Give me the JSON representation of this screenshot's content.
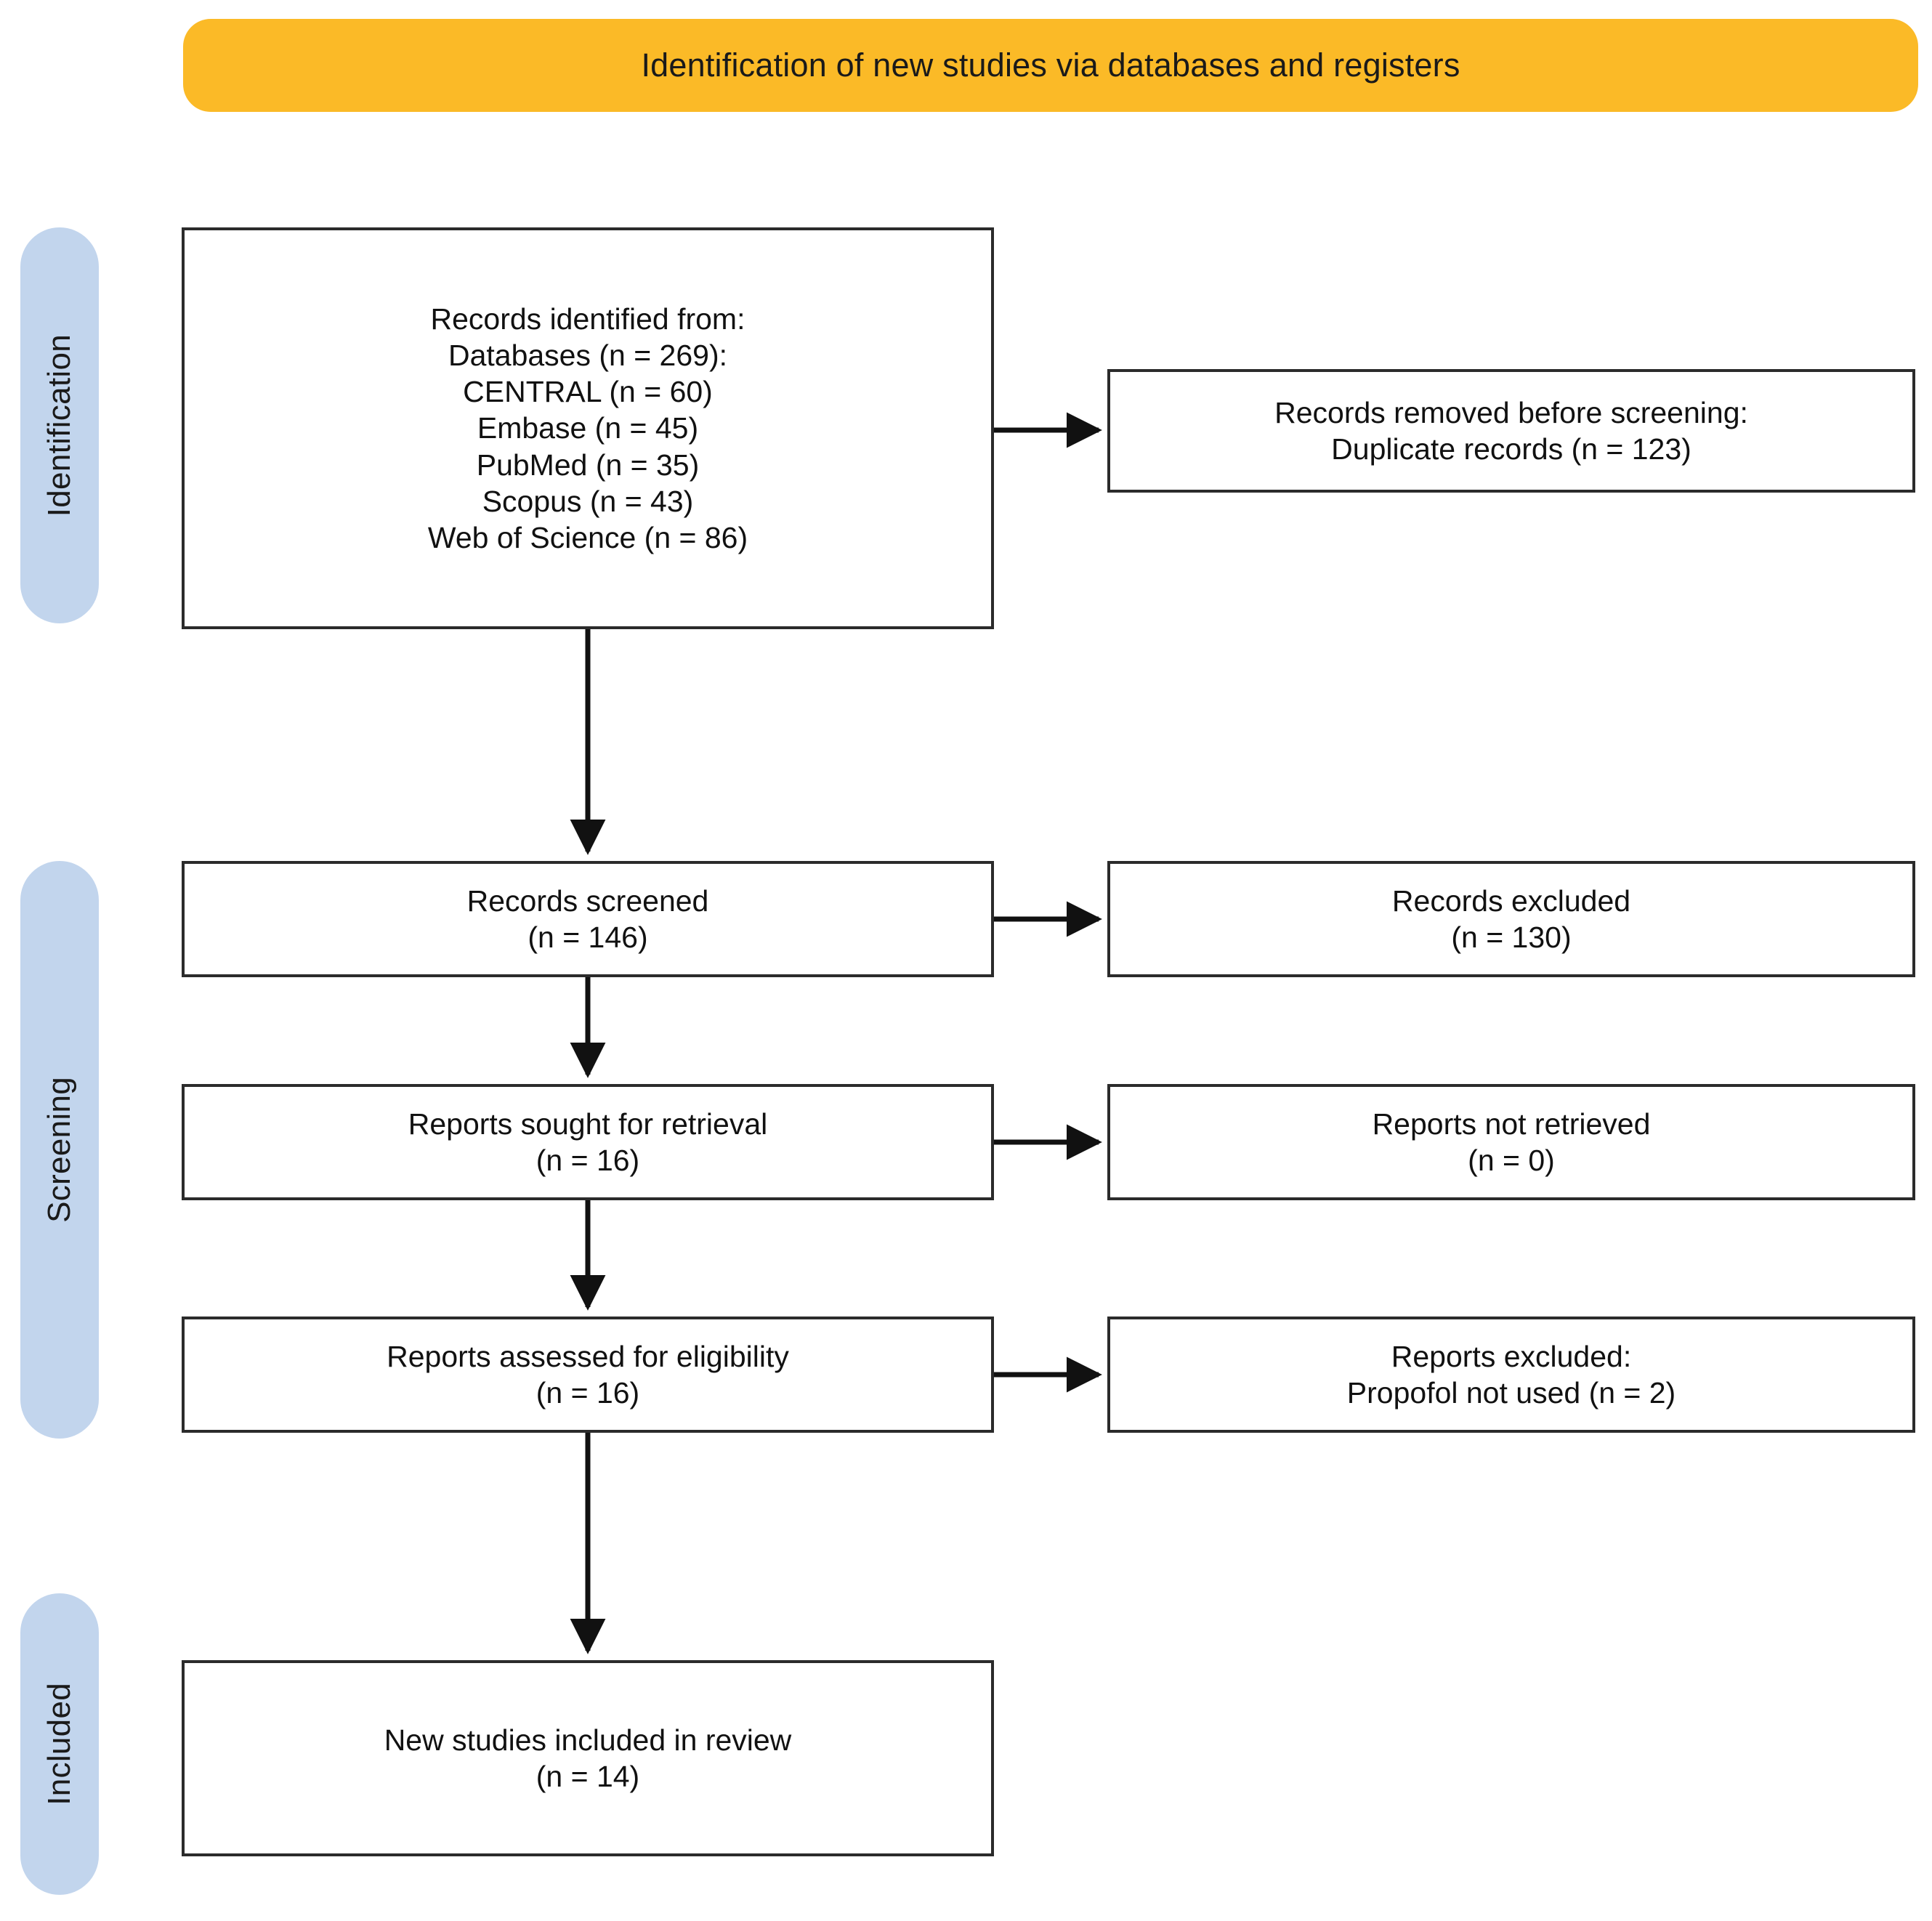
{
  "header": {
    "title": "Identification of new studies via databases and registers",
    "background_color": "#FBBA27"
  },
  "stages": [
    {
      "key": "identification",
      "label": "Identification",
      "color": "#C2D5ED"
    },
    {
      "key": "screening",
      "label": "Screening",
      "color": "#C2D5ED"
    },
    {
      "key": "included",
      "label": "Included",
      "color": "#C2D5ED"
    }
  ],
  "boxes": {
    "identified": {
      "lines": [
        "Records identified from:",
        "Databases (n = 269):",
        "CENTRAL (n = 60)",
        "Embase (n = 45)",
        "PubMed (n = 35)",
        "Scopus (n = 43)",
        "Web of Science (n = 86)"
      ]
    },
    "removed": {
      "lines": [
        "Records removed before screening:",
        "Duplicate records (n = 123)"
      ]
    },
    "screened": {
      "lines": [
        "Records screened",
        "(n = 146)"
      ]
    },
    "excluded_records": {
      "lines": [
        "Records excluded",
        "(n = 130)"
      ]
    },
    "sought": {
      "lines": [
        "Reports sought for retrieval",
        "(n = 16)"
      ]
    },
    "not_retrieved": {
      "lines": [
        "Reports not retrieved",
        "(n = 0)"
      ]
    },
    "assessed": {
      "lines": [
        "Reports assessed for eligibility",
        "(n = 16)"
      ]
    },
    "excluded_reports": {
      "lines": [
        "Reports excluded:",
        "Propofol not used (n = 2)"
      ]
    },
    "included": {
      "lines": [
        "New studies included in review",
        "(n = 14)"
      ]
    }
  },
  "chart_data": {
    "type": "diagram",
    "title": "PRISMA 2020 flow diagram for new systematic reviews",
    "flow": [
      {
        "stage": "Identification",
        "node": "Records identified from databases",
        "n": 269,
        "breakdown": {
          "CENTRAL": 60,
          "Embase": 45,
          "PubMed": 35,
          "Scopus": 43,
          "Web of Science": 86
        }
      },
      {
        "stage": "Identification",
        "node": "Records removed before screening: duplicate records",
        "n": 123
      },
      {
        "stage": "Screening",
        "node": "Records screened",
        "n": 146
      },
      {
        "stage": "Screening",
        "node": "Records excluded",
        "n": 130
      },
      {
        "stage": "Screening",
        "node": "Reports sought for retrieval",
        "n": 16
      },
      {
        "stage": "Screening",
        "node": "Reports not retrieved",
        "n": 0
      },
      {
        "stage": "Screening",
        "node": "Reports assessed for eligibility",
        "n": 16
      },
      {
        "stage": "Screening",
        "node": "Reports excluded: Propofol not used",
        "n": 2
      },
      {
        "stage": "Included",
        "node": "New studies included in review",
        "n": 14
      }
    ]
  }
}
